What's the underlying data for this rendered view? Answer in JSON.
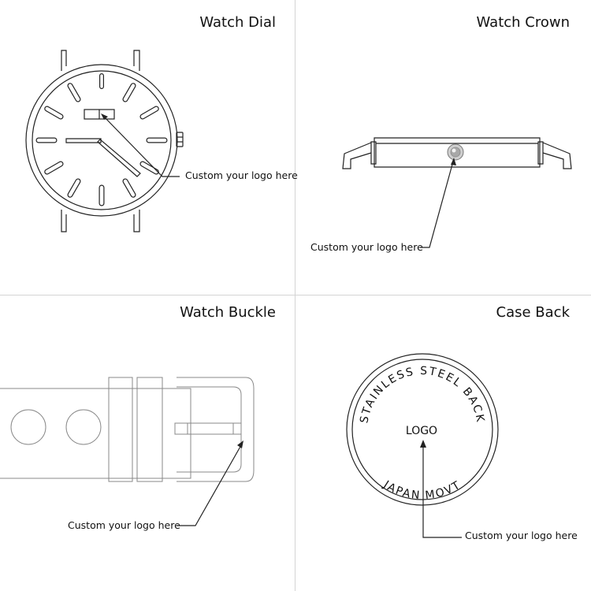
{
  "panels": {
    "dial": {
      "title": "Watch Dial",
      "callout": "Custom your logo here"
    },
    "crown": {
      "title": "Watch Crown",
      "callout": "Custom your logo here"
    },
    "buckle": {
      "title": "Watch Buckle",
      "callout": "Custom your logo here"
    },
    "caseback": {
      "title": "Case Back",
      "callout": "Custom your logo here",
      "top_text": "STAINLESS STEEL BACK",
      "bottom_text": "JAPAN MOVT",
      "logo_text": "LOGO"
    }
  },
  "colors": {
    "line": "#222222",
    "divider": "#d4d4d4",
    "crown_fill": "#bbbbbb"
  }
}
